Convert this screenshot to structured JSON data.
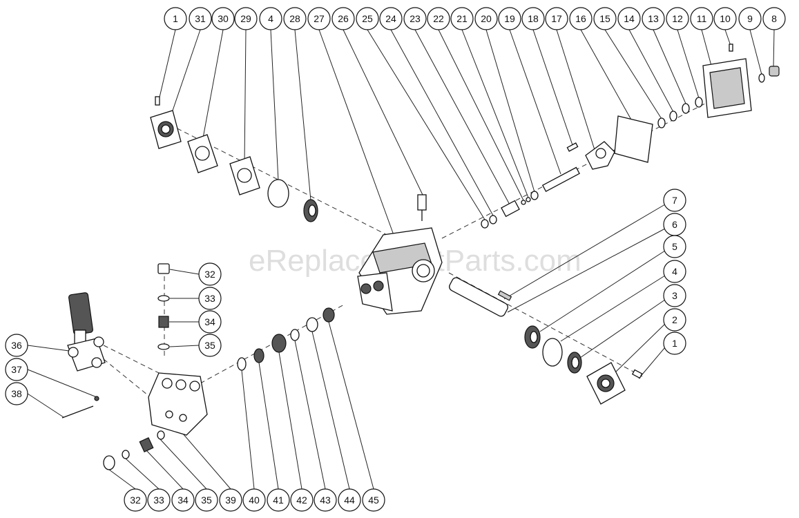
{
  "watermark": "eReplacementParts.com",
  "top_row": [
    "1",
    "31",
    "30",
    "29",
    "4",
    "28",
    "27",
    "26",
    "25",
    "24",
    "23",
    "22",
    "21",
    "20",
    "19",
    "18",
    "17",
    "16",
    "15",
    "14",
    "13",
    "12",
    "11",
    "10",
    "9",
    "8"
  ],
  "right_column": [
    "7",
    "6",
    "5",
    "4",
    "3",
    "2",
    "1"
  ],
  "valve_labels": [
    "32",
    "33",
    "34",
    "35"
  ],
  "left_column": [
    "36",
    "37",
    "38"
  ],
  "bottom_row": [
    "32",
    "33",
    "34",
    "35",
    "39",
    "40",
    "41",
    "42",
    "43",
    "44",
    "45"
  ]
}
